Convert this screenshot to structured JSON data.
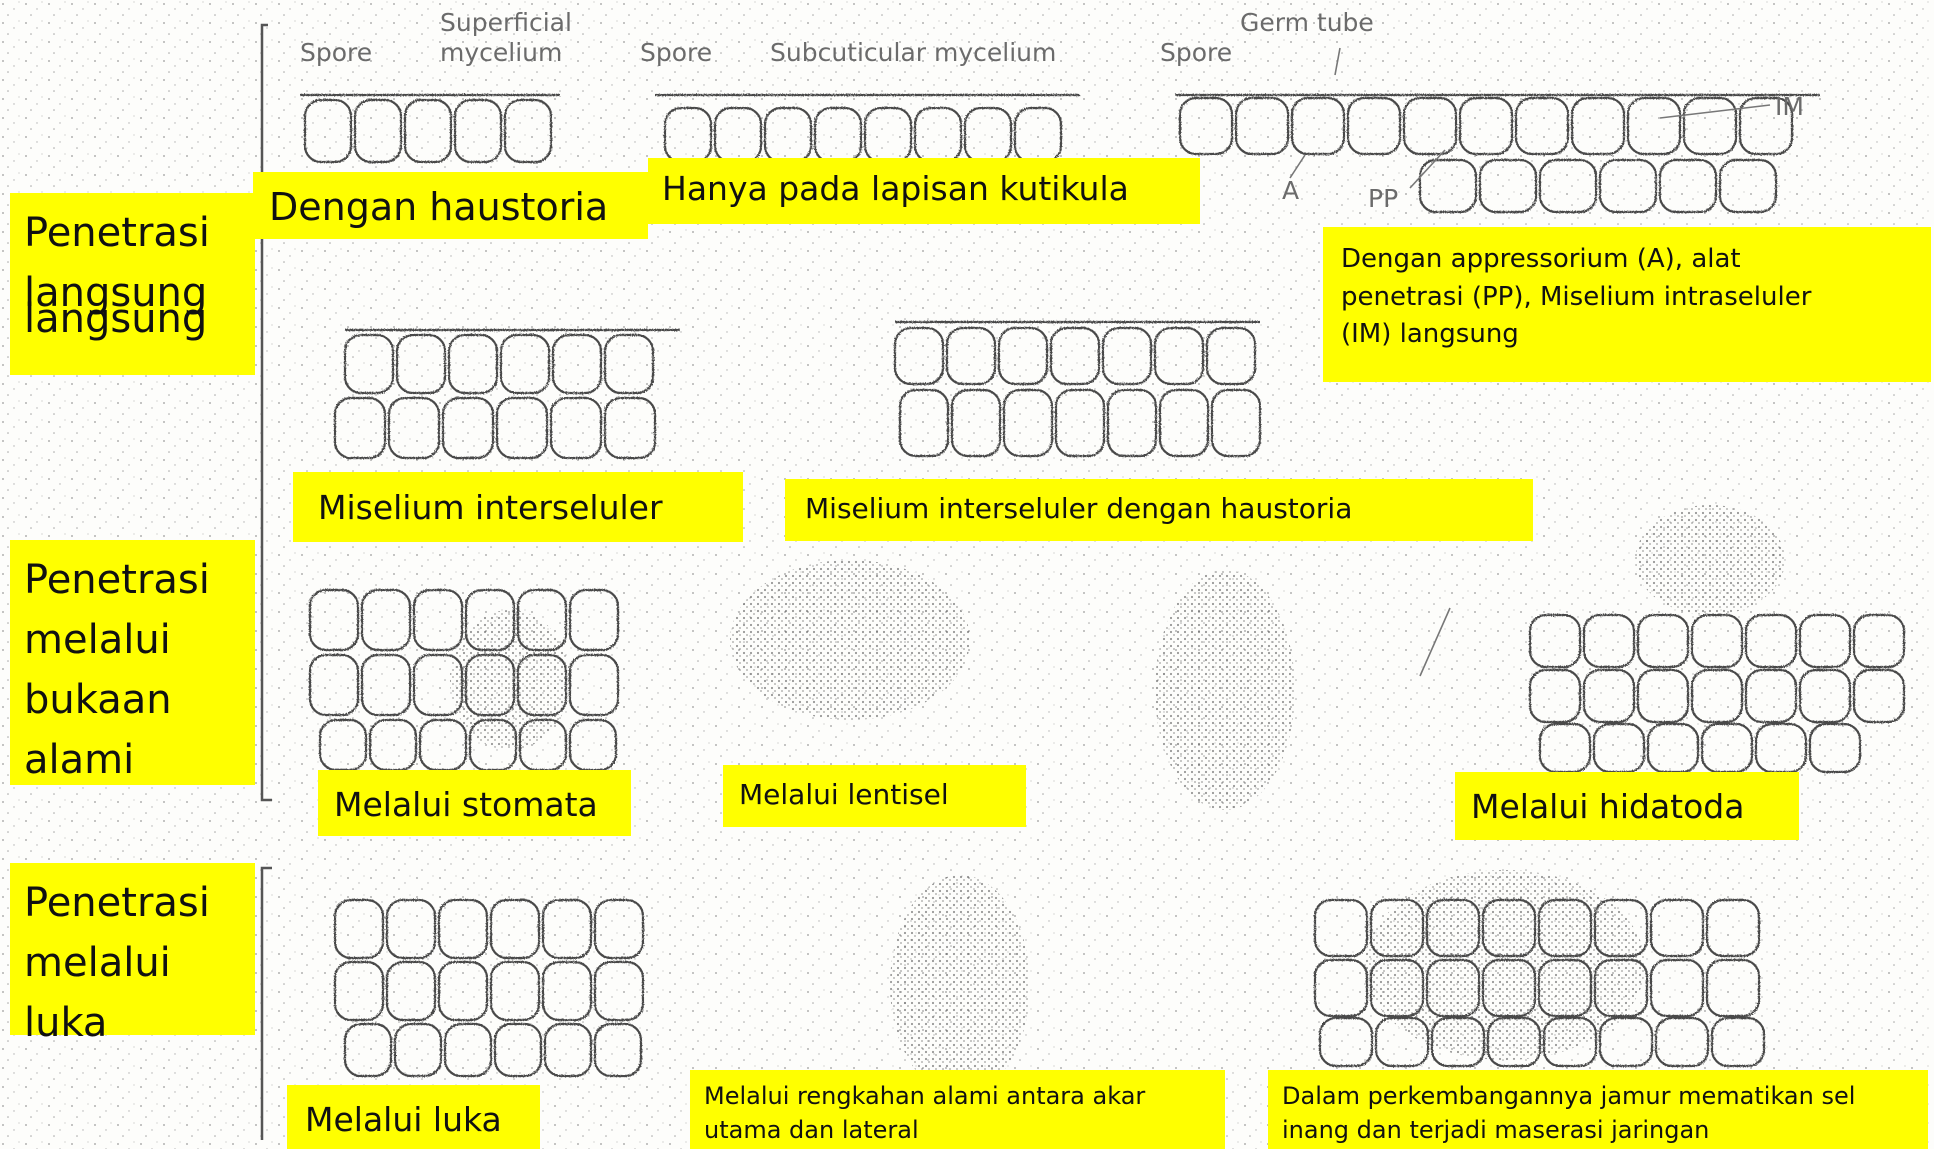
{
  "figure": {
    "annotations": {
      "spore_1": "Spore",
      "superficial_mycelium": "Superficial mycelium",
      "spore_2": "Spore",
      "subcuticular_mycelium": "Subcuticular mycelium",
      "spore_3": "Spore",
      "germ_tube": "Germ tube",
      "label_im": "IM",
      "label_a": "A",
      "label_pp": "PP"
    },
    "row_labels": [
      {
        "lines": [
          "Penetrasi",
          "langsung",
          "langsung"
        ]
      },
      {
        "lines": [
          "Penetrasi",
          "melalui",
          "bukaan",
          "alami"
        ]
      },
      {
        "lines": [
          "Penetrasi",
          "melalui",
          "luka"
        ]
      }
    ],
    "captions": {
      "dengan_haustoria": "Dengan haustoria",
      "hanya_kutikula": "Hanya pada lapisan kutikula",
      "appressorium": [
        "Dengan appressorium (A), alat",
        "penetrasi (PP), Miselium intraseluler",
        "(IM) langsung"
      ],
      "miselium_interseluler": "Miselium interseluler",
      "miselium_haustoria": "Miselium interseluler dengan haustoria",
      "stomata": "Melalui stomata",
      "lentisel": "Melalui lentisel",
      "hidatoda": "Melalui hidatoda",
      "luka": "Melalui luka",
      "rengkahan": [
        "Melalui rengkahan alami antara akar",
        "utama dan lateral"
      ],
      "maserasi": [
        "Dalam perkembangannya jamur mematikan sel",
        "inang dan terjadi maserasi jaringan"
      ]
    }
  }
}
